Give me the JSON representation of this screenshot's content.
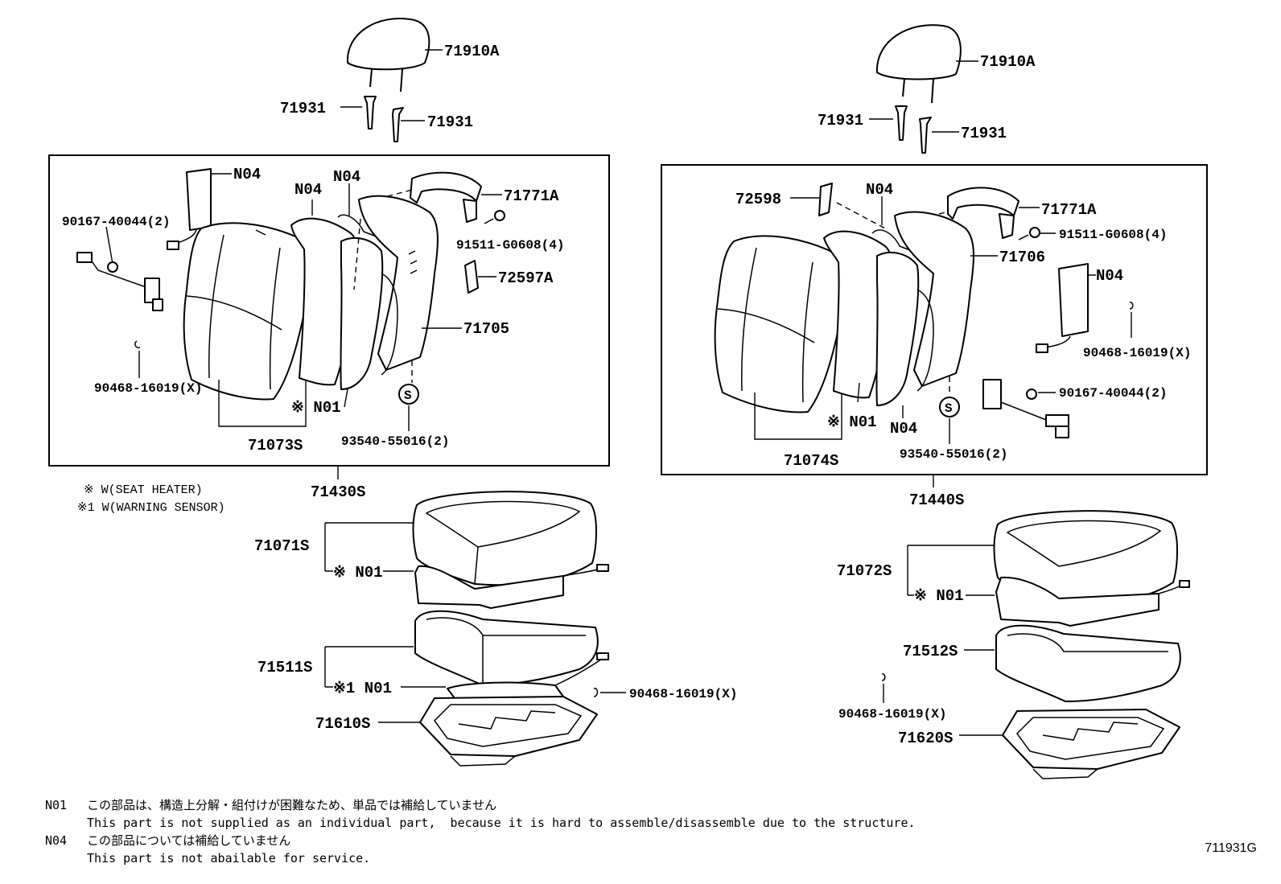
{
  "title": "",
  "left_assembly": {
    "headrest": "71910A",
    "headrest_support_a": "71931",
    "headrest_support_b": "71931",
    "airbag_module": "N04",
    "back_pad": "N04",
    "back_spring": "N04",
    "back_trim": "71771A",
    "bolt": "91511-G0608(4)",
    "clip_a": "90167-40044(2)",
    "knob": "72597A",
    "back_board": "71705",
    "hog_ring": "90468-16019(X)",
    "heater_note": "※ N01",
    "back_cover": "71073S",
    "screw": "93540-55016(2)",
    "back_assy": "71430S",
    "cushion_cover": "71071S",
    "cushion_heater": "※ N01",
    "cushion_pad": "71511S",
    "sensor": "※1 N01",
    "cushion_hog_ring": "90468-16019(X)",
    "cushion_frame": "71610S"
  },
  "right_assembly": {
    "headrest": "71910A",
    "headrest_support_a": "71931",
    "headrest_support_b": "71931",
    "knob": "72598",
    "back_pad": "N04",
    "back_trim": "71771A",
    "bolt": "91511-G0608(4)",
    "back_board": "71706",
    "airbag_module": "N04",
    "hog_ring": "90468-16019(X)",
    "clip": "90167-40044(2)",
    "heater_note": "※ N01",
    "back_spring": "N04",
    "back_cover": "71074S",
    "screw": "93540-55016(2)",
    "back_assy": "71440S",
    "cushion_cover": "71072S",
    "cushion_heater": "※ N01",
    "cushion_pad": "71512S",
    "cushion_hog_ring": "90468-16019(X)",
    "cushion_frame": "71620S"
  },
  "legend": {
    "line1": "※  W(SEAT HEATER)",
    "line2": "※1 W(WARNING SENSOR)"
  },
  "screw_symbol": "S",
  "notes": [
    {
      "code": "N01",
      "jp": "この部品は、構造上分解・組付けが困難なため、単品では補給していません",
      "en": "This part is not supplied as an individual part,  because it is hard to assemble/disassemble due to the structure."
    },
    {
      "code": "N04",
      "jp": "この部品については補給していません",
      "en": "This part is not abailable for service."
    }
  ],
  "figure_code": "711931G"
}
